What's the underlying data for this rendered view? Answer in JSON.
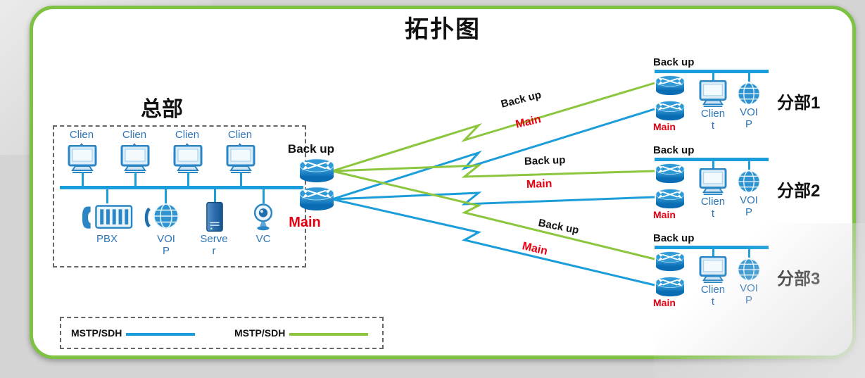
{
  "title": "拓扑图",
  "headquarters": {
    "name": "总部",
    "clients": [
      {
        "label": "Client"
      },
      {
        "label": "Client"
      },
      {
        "label": "Client"
      },
      {
        "label": "Client"
      }
    ],
    "devices": [
      {
        "label": "PBX"
      },
      {
        "label": "VOIP"
      },
      {
        "label": "Server"
      },
      {
        "label": "VC"
      }
    ]
  },
  "core": {
    "backup_label": "Back up",
    "main_label": "Main"
  },
  "branches": [
    {
      "name": "分部1",
      "router_backup_label": "Back up",
      "router_main_label": "Main",
      "link_backup_label": "Back up",
      "link_main_label": "Main",
      "client_label": "Client",
      "voip_label": "VOIP"
    },
    {
      "name": "分部2",
      "router_backup_label": "Back up",
      "router_main_label": "Main",
      "link_backup_label": "Back up",
      "link_main_label": "Main",
      "client_label": "Client",
      "voip_label": "VOIP"
    },
    {
      "name": "分部3",
      "router_backup_label": "Back up",
      "router_main_label": "Main",
      "link_backup_label": "Back up",
      "link_main_label": "Main",
      "client_label": "Client",
      "voip_label": "VOIP"
    }
  ],
  "legend": {
    "items": [
      {
        "label": "MSTP/SDH",
        "color": "#1B9DD9"
      },
      {
        "label": "MSTP/SDH",
        "color": "#8CC63E"
      }
    ]
  },
  "colors": {
    "frame_green": "#7DC242",
    "link_blue": "#1B9DD9",
    "link_green": "#8CC63E",
    "main_red": "#E60012",
    "device_blue": "#2B86C5"
  }
}
